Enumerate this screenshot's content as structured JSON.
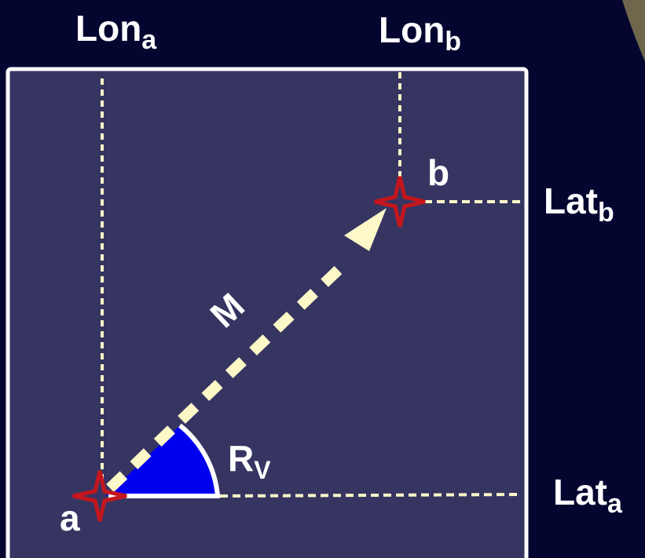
{
  "labels": {
    "lon_a": {
      "base": "Lon",
      "sub": "a"
    },
    "lon_b": {
      "base": "Lon",
      "sub": "b"
    },
    "lat_a": {
      "base": "Lat",
      "sub": "a"
    },
    "lat_b": {
      "base": "Lat",
      "sub": "b"
    },
    "point_a": "a",
    "point_b": "b",
    "vector_m": "M",
    "angle_rv": {
      "base": "R",
      "sub": "V"
    }
  },
  "colors": {
    "background": "#050630",
    "panel": "#363562",
    "panel_border": "#ffffff",
    "dashed_line": "#fdf8c8",
    "marker": "#c4161c",
    "angle_fill": "#0000f0",
    "text": "#ffffff"
  },
  "icons": {
    "point_marker": "four-point-star-icon",
    "vector_head": "arrowhead-icon"
  }
}
